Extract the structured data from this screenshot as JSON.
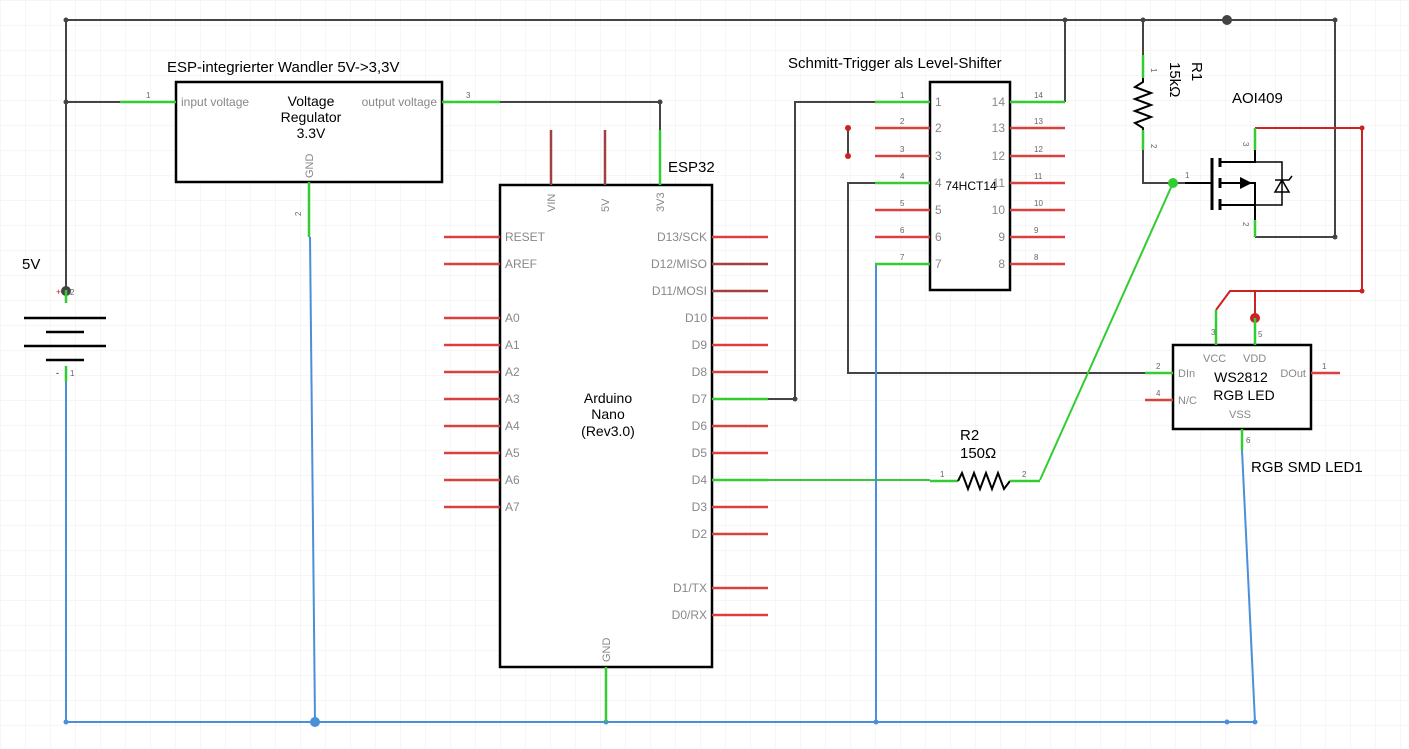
{
  "regulator": {
    "title": "ESP-integrierter Wandler 5V->3,3V",
    "name_line1": "Voltage",
    "name_line2": "Regulator",
    "name_line3": "3.3V",
    "pin_in": "input voltage",
    "pin_out": "output voltage",
    "pin_gnd": "GND",
    "pin_num_in": "1",
    "pin_num_out": "3",
    "pin_num_gnd": "2"
  },
  "battery": {
    "label": "5V",
    "plus": "+",
    "minus": "-",
    "pin_num_plus": "2",
    "pin_num_minus": "1"
  },
  "arduino": {
    "top_label": "ESP32",
    "name_line1": "Arduino",
    "name_line2": "Nano",
    "name_line3": "(Rev3.0)",
    "top_pins": [
      "VIN",
      "5V",
      "3V3"
    ],
    "bottom_pin": "GND",
    "left_pins": [
      "RESET",
      "AREF",
      "A0",
      "A1",
      "A2",
      "A3",
      "A4",
      "A5",
      "A6",
      "A7"
    ],
    "right_pins": [
      "D13/SCK",
      "D12/MISO",
      "D11/MOSI",
      "D10",
      "D9",
      "D8",
      "D7",
      "D6",
      "D5",
      "D4",
      "D3",
      "D2",
      "D1/TX",
      "D0/RX"
    ]
  },
  "schmitt": {
    "title": "Schmitt-Trigger als Level-Shifter",
    "name": "74HCT14",
    "left_pins": [
      "1",
      "2",
      "3",
      "4",
      "5",
      "6",
      "7"
    ],
    "right_pins": [
      "14",
      "13",
      "12",
      "11",
      "10",
      "9",
      "8"
    ]
  },
  "r1": {
    "name": "R1",
    "value": "15kΩ",
    "pin1": "1",
    "pin2": "2"
  },
  "r2": {
    "name": "R2",
    "value": "150Ω",
    "pin1": "1",
    "pin2": "2"
  },
  "mosfet": {
    "name": "AOI409",
    "pin_gate": "1",
    "pin_drain": "3",
    "pin_source": "2"
  },
  "led": {
    "name_line1": "WS2812",
    "name_line2": "RGB LED",
    "label": "RGB SMD LED1",
    "pin_vcc": "VCC",
    "pin_vdd": "VDD",
    "pin_din": "DIn",
    "pin_dout": "DOut",
    "pin_nc": "N/C",
    "pin_vss": "VSS",
    "num_vcc": "3",
    "num_vdd": "5",
    "num_din": "2",
    "num_dout": "1",
    "num_nc": "4",
    "num_vss": "6"
  },
  "colors": {
    "wire": "#444444",
    "ground_wire": "#4a90d9",
    "signal_wire": "#33cc33",
    "power_red": "#cc2222",
    "pin_unused": "#d94040",
    "pin_connected": "#33cc33",
    "grid": "#eeeeee"
  }
}
